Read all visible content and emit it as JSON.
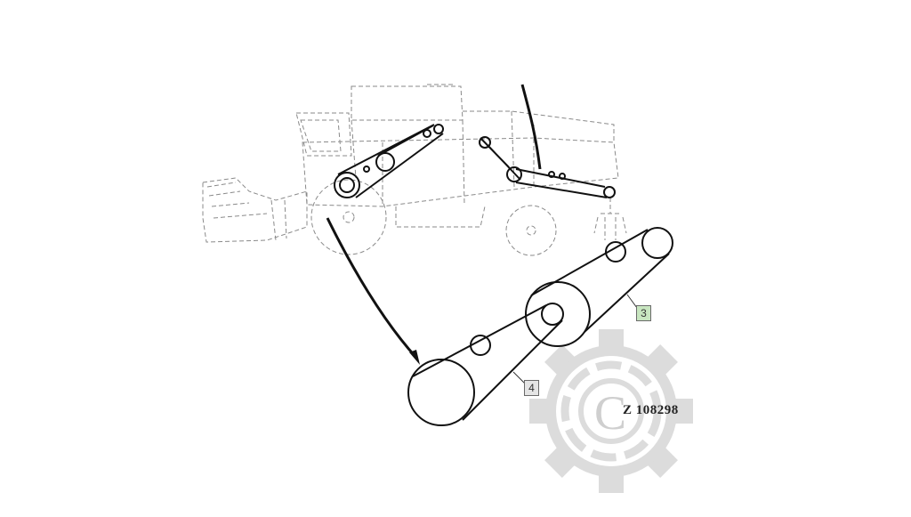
{
  "diagram": {
    "callouts": [
      {
        "id": "3",
        "label": "3",
        "fill": "#c8e6c0"
      },
      {
        "id": "4",
        "label": "4",
        "fill": "#e4e4e4"
      }
    ],
    "reference_code": "Z 108298",
    "watermark": {
      "glyph": "C",
      "shape": "gear-icon",
      "color": "#d6d6d6"
    },
    "line_color": "#111111",
    "sketch_color": "#8a8a8a"
  }
}
